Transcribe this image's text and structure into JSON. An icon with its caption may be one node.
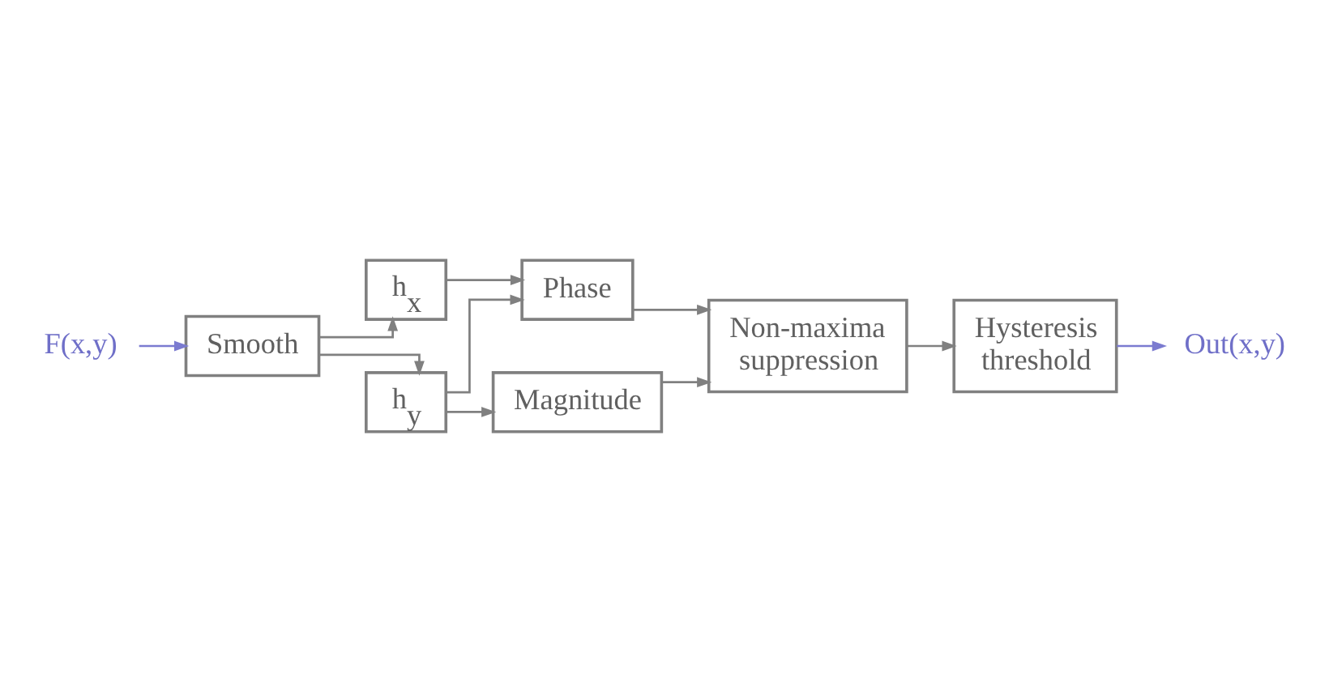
{
  "diagram": {
    "nodes": [
      {
        "text": [
          "h$_{x}$"
        ]
      },
      {
        "text": [
          "Phase"
        ]
      },
      {
        "text": [
          "Smooth"
        ]
      },
      {
        "text": [
          "Non-maxima suppression"
        ]
      },
      {
        "text": [
          "F(x,y)"
        ]
      },
      {
        "text": [
          "h$_{y}$"
        ]
      },
      {
        "text": [
          "Magnitude"
        ]
      },
      {
        "text": [
          "Hysteresis threshold"
        ]
      },
      {
        "text": [
          "Out(x,y)"
        ]
      }
    ],
    "edges": [
      {
        "from": 4,
        "to": 2,
        "arrow": "to",
        "color": "#7b7bd0"
      },
      {
        "from": 2,
        "to": 0,
        "arrow": "to"
      },
      {
        "from": 2,
        "to": 5,
        "arrow": "to"
      },
      {
        "from": 0,
        "to": 1,
        "arrow": "to"
      },
      {
        "from": 5,
        "to": 1,
        "arrow": "to"
      },
      {
        "from": 5,
        "to": 6,
        "arrow": "to"
      },
      {
        "from": 1,
        "to": 3,
        "arrow": "to"
      },
      {
        "from": 6,
        "to": 3,
        "arrow": "to"
      },
      {
        "from": 3,
        "to": 7,
        "arrow": "to"
      },
      {
        "from": 7,
        "to": 8,
        "arrow": "to",
        "color": "#7b7bd0"
      }
    ]
  }
}
